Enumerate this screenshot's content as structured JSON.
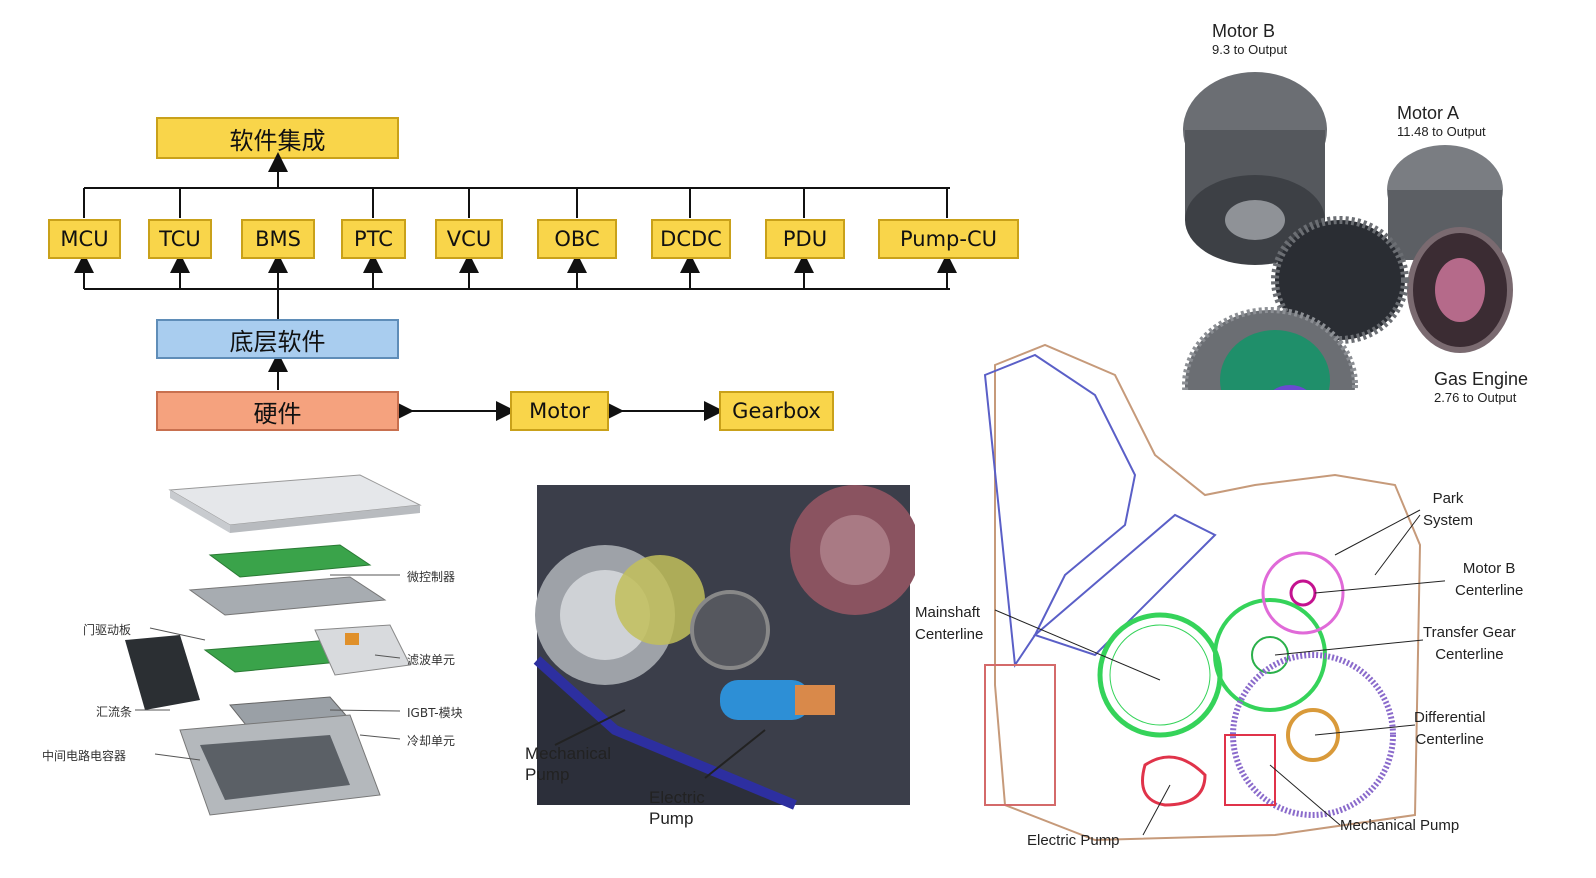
{
  "block_diagram": {
    "top": "软件集成",
    "controllers": [
      "MCU",
      "TCU",
      "BMS",
      "PTC",
      "VCU",
      "OBC",
      "DCDC",
      "PDU",
      "Pump-CU"
    ],
    "base": "底层软件",
    "hardware": "硬件",
    "motor": "Motor",
    "gearbox": "Gearbox"
  },
  "exploded_labels": {
    "mcu_board": "微控制器",
    "gate_board": "门驱动板",
    "filter": "滤波单元",
    "busbar": "汇流条",
    "igbt": "IGBT-模块",
    "capacitor": "中间电路电容器",
    "cooling": "冷却单元"
  },
  "cutaway_labels": {
    "mechanical_pump": [
      "Mechanical",
      "Pump"
    ],
    "electric_pump": [
      "Electric",
      "Pump"
    ]
  },
  "motors": {
    "motor_b": {
      "name": "Motor B",
      "ratio": "9.3 to Output"
    },
    "motor_a": {
      "name": "Motor A",
      "ratio": "11.48 to Output"
    },
    "engine": {
      "name": "Gas Engine",
      "ratio": "2.76 to Output"
    }
  },
  "section_labels": {
    "park": [
      "Park",
      "System"
    ],
    "motor_b_cl": [
      "Motor B",
      "Centerline"
    ],
    "mainshaft": [
      "Mainshaft",
      "Centerline"
    ],
    "transfer": [
      "Transfer Gear",
      "Centerline"
    ],
    "differential": [
      "Differential",
      "Centerline"
    ],
    "electric_pump": "Electric Pump",
    "mechanical_pump": "Mechanical Pump"
  },
  "colors": {
    "box_yellow": "#f9d54a",
    "box_blue": "#a9cdef",
    "box_orange": "#f5a27e"
  }
}
